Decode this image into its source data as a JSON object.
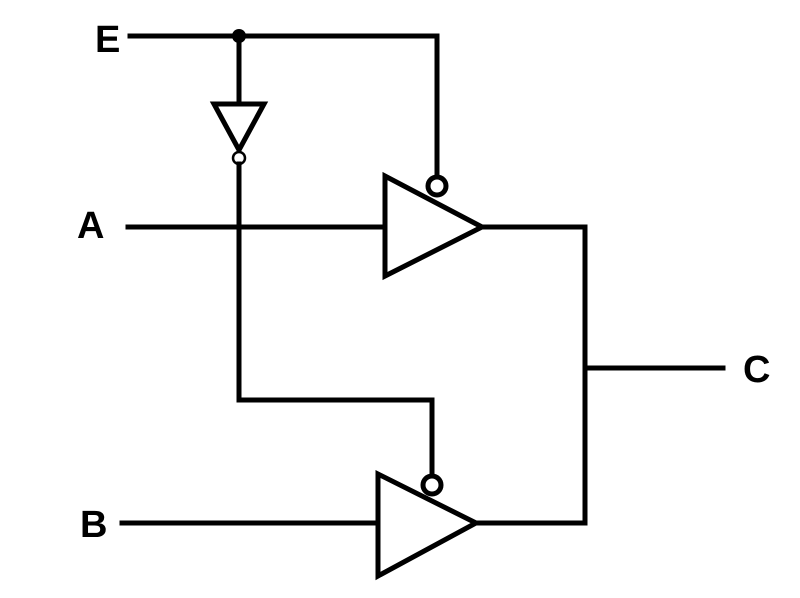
{
  "diagram": {
    "signals": {
      "e": "E",
      "a": "A",
      "b": "B",
      "c": "C"
    },
    "colors": {
      "line": "#000000",
      "background": "#ffffff"
    }
  }
}
